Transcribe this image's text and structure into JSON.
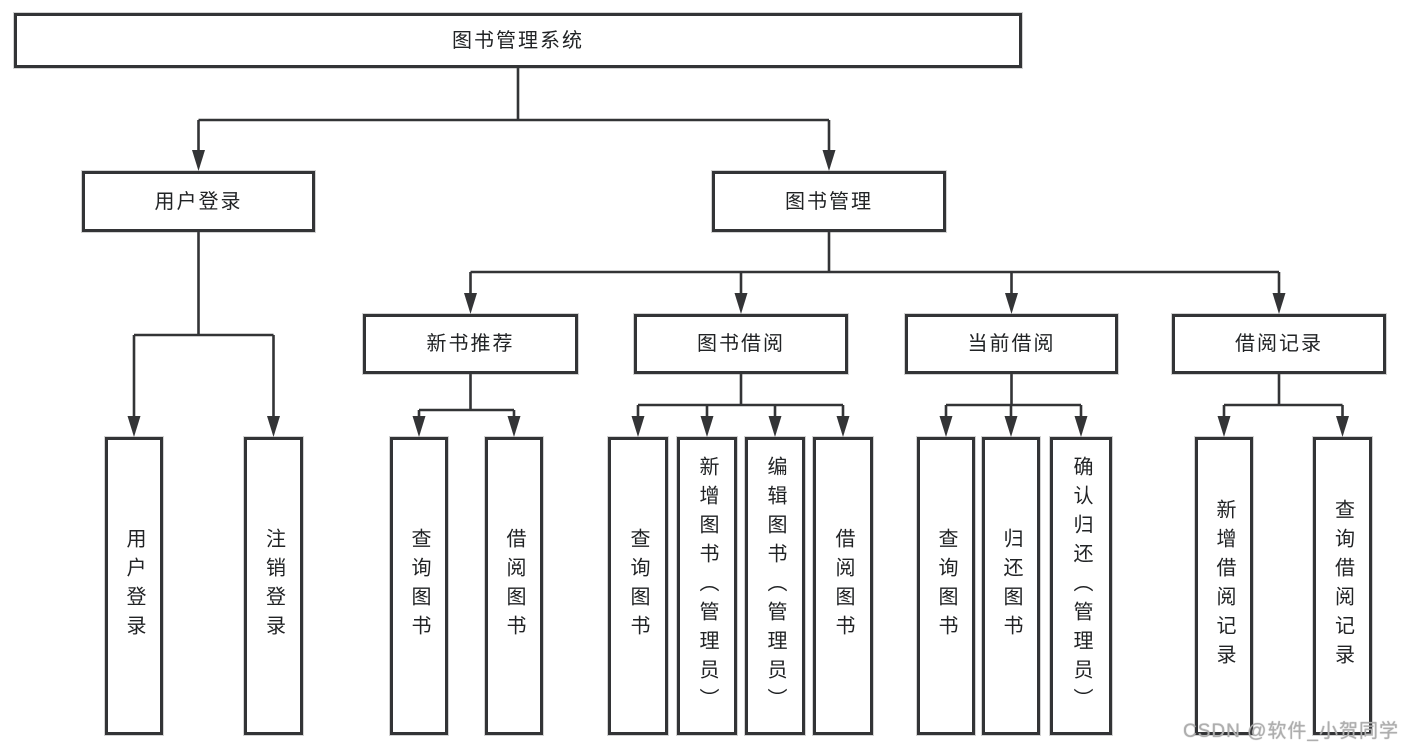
{
  "diagram": {
    "type": "hierarchy-diagram",
    "title": "图书管理系统",
    "watermark": "CSDN @软件_小贺同学",
    "colors": {
      "line": "#333436",
      "text": "#212325",
      "box_background": "#ffffff",
      "page_background": "#ffffff",
      "watermark": "#aeaeae"
    },
    "nodes": [
      {
        "id": "root",
        "label": "图书管理系统",
        "level": 1,
        "parent": null
      },
      {
        "id": "user-login-group",
        "label": "用户登录",
        "level": 2,
        "parent": "root"
      },
      {
        "id": "book-management",
        "label": "图书管理",
        "level": 2,
        "parent": "root"
      },
      {
        "id": "new-book-recommend",
        "label": "新书推荐",
        "level": 3,
        "parent": "book-management"
      },
      {
        "id": "book-borrowing",
        "label": "图书借阅",
        "level": 3,
        "parent": "book-management"
      },
      {
        "id": "current-borrowing",
        "label": "当前借阅",
        "level": 3,
        "parent": "book-management"
      },
      {
        "id": "borrowing-records",
        "label": "借阅记录",
        "level": 3,
        "parent": "book-management"
      },
      {
        "id": "user-login",
        "label": "用户登录",
        "level": 4,
        "parent": "user-login-group"
      },
      {
        "id": "logout",
        "label": "注销登录",
        "level": 4,
        "parent": "user-login-group"
      },
      {
        "id": "nb-query-books",
        "label": "查询图书",
        "level": 4,
        "parent": "new-book-recommend"
      },
      {
        "id": "nb-borrow-books",
        "label": "借阅图书",
        "level": 4,
        "parent": "new-book-recommend"
      },
      {
        "id": "bb-query-books",
        "label": "查询图书",
        "level": 4,
        "parent": "book-borrowing"
      },
      {
        "id": "bb-add-books",
        "label": "新增图书（管理员）",
        "level": 4,
        "parent": "book-borrowing"
      },
      {
        "id": "bb-edit-books",
        "label": "编辑图书（管理员）",
        "level": 4,
        "parent": "book-borrowing"
      },
      {
        "id": "bb-borrow-books",
        "label": "借阅图书",
        "level": 4,
        "parent": "book-borrowing"
      },
      {
        "id": "cb-query-books",
        "label": "查询图书",
        "level": 4,
        "parent": "current-borrowing"
      },
      {
        "id": "cb-return-books",
        "label": "归还图书",
        "level": 4,
        "parent": "current-borrowing"
      },
      {
        "id": "cb-confirm-return",
        "label": "确认归还（管理员）",
        "level": 4,
        "parent": "current-borrowing"
      },
      {
        "id": "br-add-record",
        "label": "新增借阅记录",
        "level": 4,
        "parent": "borrowing-records"
      },
      {
        "id": "br-query-record",
        "label": "查询借阅记录",
        "level": 4,
        "parent": "borrowing-records"
      }
    ]
  }
}
